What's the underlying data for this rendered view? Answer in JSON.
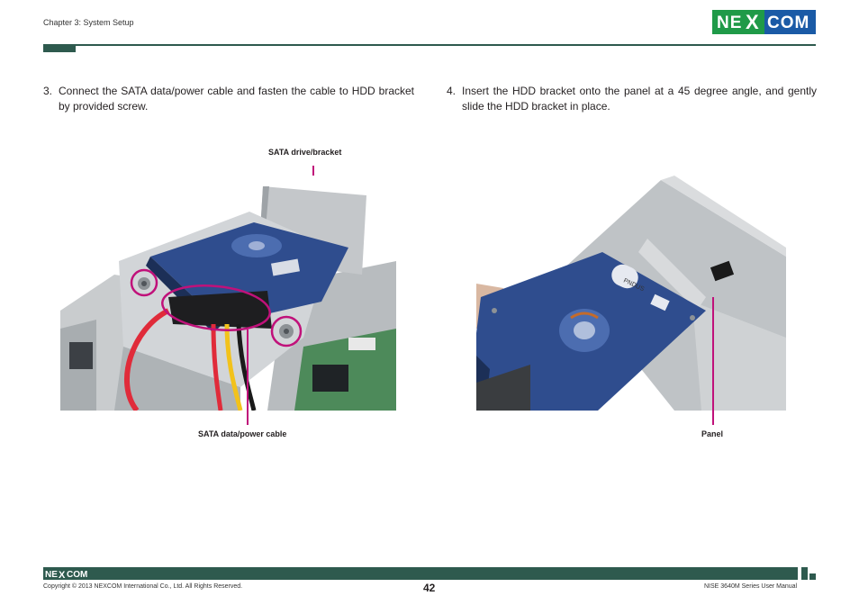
{
  "header": {
    "chapter": "Chapter 3: System Setup",
    "logo_text": "NE COM",
    "logo_mark": "X"
  },
  "steps": [
    {
      "num": "3.",
      "text": "Connect the SATA data/power cable and fasten the cable to HDD bracket by provided screw."
    },
    {
      "num": "4.",
      "text": "Insert the HDD bracket onto the panel at a 45 degree angle, and gently slide the HDD bracket in place."
    }
  ],
  "figure_left": {
    "label_top": "SATA drive/bracket",
    "label_bottom": "SATA data/power cable"
  },
  "figure_right": {
    "label_bottom": "Panel",
    "drive_sticker": "PNDUS"
  },
  "footer": {
    "logo_text": "NE COM",
    "logo_mark": "X",
    "copyright": "Copyright © 2013 NEXCOM International Co., Ltd. All Rights Reserved.",
    "page_number": "42",
    "manual_title": "NISE 3640M Series User Manual"
  },
  "colors": {
    "brand_green": "#2e5a4e",
    "logo_green": "#1f9a48",
    "logo_blue": "#1a5aa6",
    "leader_magenta": "#c0117a"
  }
}
